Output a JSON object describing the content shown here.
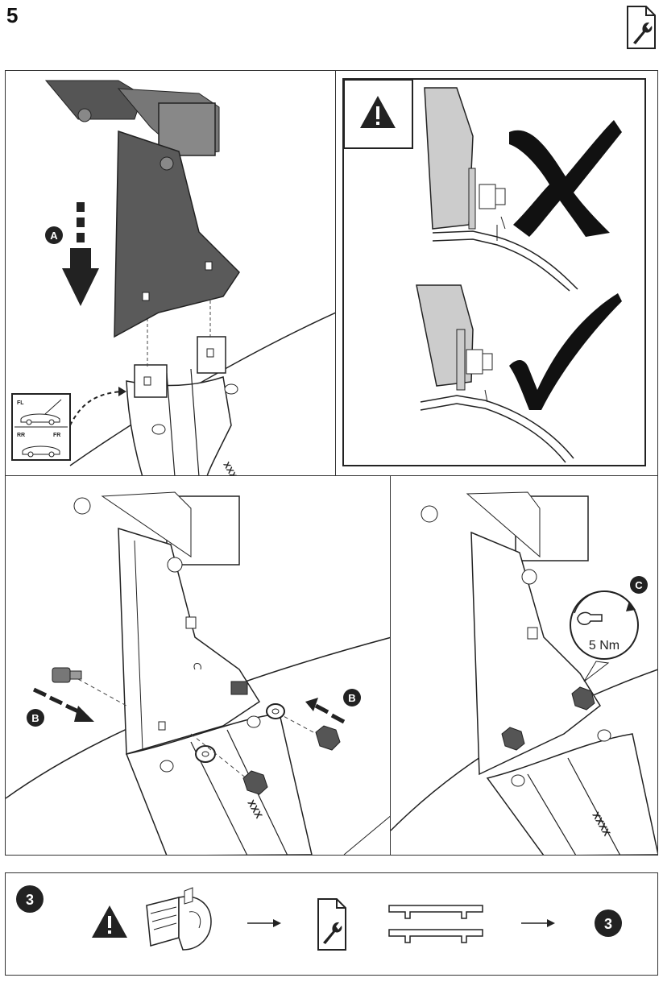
{
  "page": {
    "step_number": "5",
    "icons": {
      "header": "wrench-document-icon"
    }
  },
  "panel_top_left": {
    "label_a": "A",
    "vehicle_positions": [
      "FL",
      "RR",
      "FR"
    ],
    "strap_marking": "XXX"
  },
  "panel_warning": {
    "icon": "warning-triangle-icon",
    "wrong_mark": "cross-mark-icon",
    "right_mark": "check-mark-icon"
  },
  "panel_bottom_left": {
    "label_b1": "B",
    "label_b2": "B",
    "strap_marking": "XXX"
  },
  "panel_bottom_right": {
    "label_c": "C",
    "torque": "5 Nm",
    "strap_marking": "XXXX"
  },
  "footer": {
    "step_badge_left": "3",
    "step_badge_right": "3",
    "icons": [
      "warning-triangle-icon",
      "manual-reading-icon",
      "wrench-document-icon",
      "roof-bars-icon"
    ]
  }
}
